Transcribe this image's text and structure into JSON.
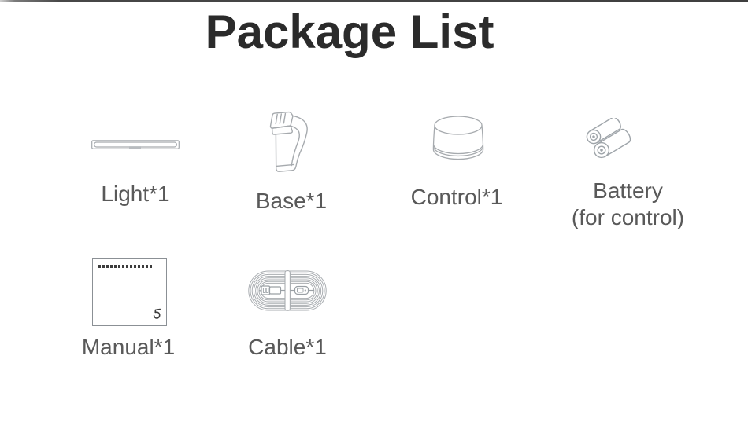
{
  "page": {
    "title": "Package List"
  },
  "colors": {
    "title_text": "#2b2b2b",
    "label_text": "#595959",
    "line_art": "#a6aaae",
    "manual_border": "#8b9095",
    "top_rule": "#454545"
  },
  "items": [
    {
      "id": "light",
      "label": "Light*1",
      "icon": "light-bar-icon"
    },
    {
      "id": "base",
      "label": "Base*1",
      "icon": "base-mount-icon"
    },
    {
      "id": "control",
      "label": "Control*1",
      "icon": "control-knob-icon"
    },
    {
      "id": "battery",
      "label": "Battery",
      "sublabel": "(for control)",
      "icon": "batteries-icon"
    },
    {
      "id": "manual",
      "label": "Manual*1",
      "icon": "manual-booklet-icon"
    },
    {
      "id": "cable",
      "label": "Cable*1",
      "icon": "usb-cable-coil-icon"
    }
  ]
}
